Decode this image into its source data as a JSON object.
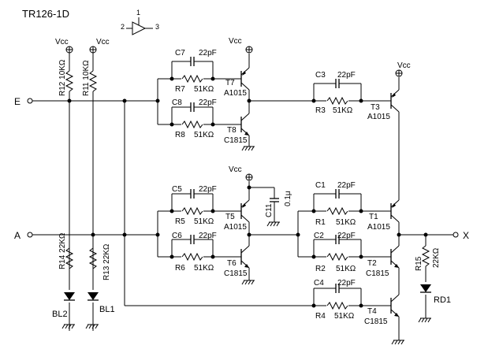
{
  "title": "TR126-1D",
  "pinout": {
    "pins": [
      "1",
      "2",
      "3"
    ]
  },
  "terminals": {
    "E": "E",
    "A": "A",
    "X": "X"
  },
  "vcc": "Vcc",
  "resistors": {
    "R12": {
      "ref": "R12",
      "value": "10KΩ"
    },
    "R11": {
      "ref": "R11",
      "value": "10KΩ"
    },
    "R14": {
      "ref": "R14",
      "value": "22KΩ"
    },
    "R13": {
      "ref": "R13",
      "value": "22KΩ"
    },
    "R15": {
      "ref": "R15",
      "value": "22KΩ"
    },
    "R7": {
      "ref": "R7",
      "value": "51KΩ"
    },
    "R8": {
      "ref": "R8",
      "value": "51KΩ"
    },
    "R5": {
      "ref": "R5",
      "value": "51KΩ"
    },
    "R6": {
      "ref": "R6",
      "value": "51KΩ"
    },
    "R3": {
      "ref": "R3",
      "value": "51KΩ"
    },
    "R1": {
      "ref": "R1",
      "value": "51KΩ"
    },
    "R2": {
      "ref": "R2",
      "value": "51KΩ"
    },
    "R4": {
      "ref": "R4",
      "value": "51KΩ"
    }
  },
  "capacitors": {
    "C7": {
      "ref": "C7",
      "value": "22pF"
    },
    "C8": {
      "ref": "C8",
      "value": "22pF"
    },
    "C5": {
      "ref": "C5",
      "value": "22pF"
    },
    "C6": {
      "ref": "C6",
      "value": "22pF"
    },
    "C3": {
      "ref": "C3",
      "value": "22pF"
    },
    "C1": {
      "ref": "C1",
      "value": "22pF"
    },
    "C2": {
      "ref": "C2",
      "value": "22pF"
    },
    "C4": {
      "ref": "C4",
      "value": "22pF"
    },
    "C11": {
      "ref": "C11",
      "value": "0.1μ"
    }
  },
  "transistors": {
    "T7": {
      "ref": "T7",
      "part": "A1015"
    },
    "T8": {
      "ref": "T8",
      "part": "C1815"
    },
    "T5": {
      "ref": "T5",
      "part": "A1015"
    },
    "T6": {
      "ref": "T6",
      "part": "C1815"
    },
    "T3": {
      "ref": "T3",
      "part": "A1015"
    },
    "T1": {
      "ref": "T1",
      "part": "A1015"
    },
    "T2": {
      "ref": "T2",
      "part": "C1815"
    },
    "T4": {
      "ref": "T4",
      "part": "C1815"
    }
  },
  "leds": {
    "BL2": "BL2",
    "BL1": "BL1",
    "RD1": "RD1"
  }
}
